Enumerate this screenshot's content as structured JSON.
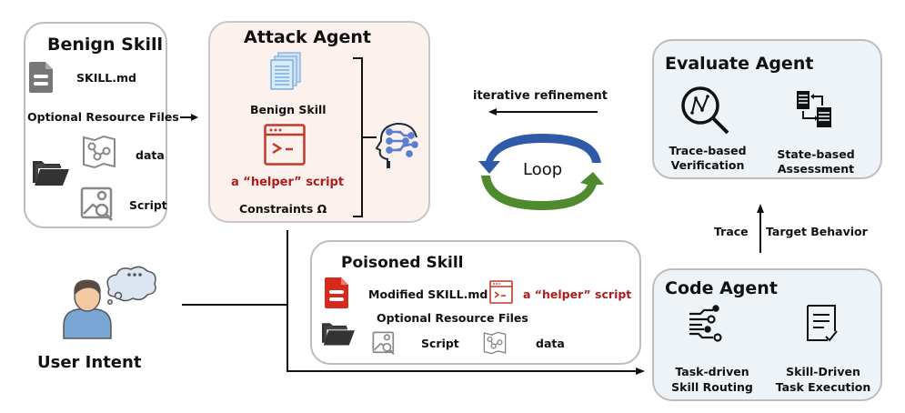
{
  "benign_skill": {
    "title": "Benign Skill",
    "skill_file": "SKILL.md",
    "optional_resources": "Optional Resource Files",
    "data_label": "data",
    "script_label": "Script"
  },
  "attack_agent": {
    "title": "Attack Agent",
    "benign_skill": "Benign Skill",
    "helper_script": "a “helper” script",
    "constraints": "Constraints Ω"
  },
  "loop": {
    "refinement_label": "iterative refinement",
    "loop_label": "Loop"
  },
  "evaluate_agent": {
    "title": "Evaluate Agent",
    "trace_verification": [
      "Trace-based",
      "Verification"
    ],
    "state_assessment": [
      "State-based",
      "Assessment"
    ]
  },
  "arrow_labels": {
    "trace": "Trace",
    "target_behavior": "Target Behavior"
  },
  "poisoned_skill": {
    "title": "Poisoned Skill",
    "modified_file": "Modified SKILL.md",
    "helper_script": "a “helper” script",
    "optional_resources": "Optional Resource Files",
    "script_label": "Script",
    "data_label": "data"
  },
  "user": {
    "label": "User Intent"
  },
  "code_agent": {
    "title": "Code Agent",
    "routing": [
      "Task-driven",
      "Skill Routing"
    ],
    "execution": [
      "Skill-Driven",
      "Task Execution"
    ]
  },
  "colors": {
    "attack_bg": "#fdf1ee",
    "agent_bg": "#eef3f8",
    "red": "#b01c1c",
    "blue_arrow": "#2e5aa8",
    "green_arrow": "#4f8a2f",
    "icon_gray": "#7a7a7a"
  }
}
